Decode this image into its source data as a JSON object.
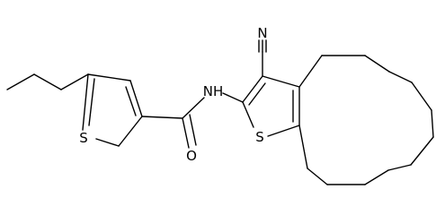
{
  "structure": {
    "atom_labels": {
      "thiophene_left_s": "S",
      "carbonyl_o": "O",
      "amide_nh": "NH",
      "fused_thiophene_s": "S",
      "nitrile_n": "N"
    }
  }
}
